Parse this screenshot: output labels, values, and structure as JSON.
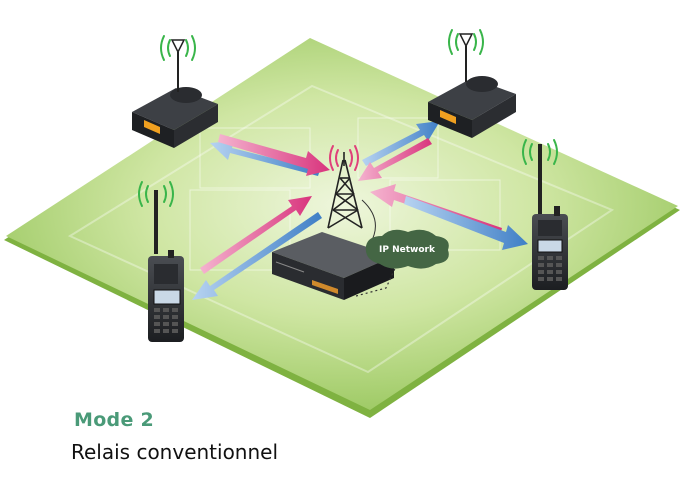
{
  "caption": {
    "mode_label": "Mode 2",
    "subtitle": "Relais conventionnel"
  },
  "network_badge": {
    "label": "IP Network"
  },
  "devices": [
    {
      "name": "mobile-radio-top-left",
      "icon": "mobile-radio-icon"
    },
    {
      "name": "mobile-radio-top-right",
      "icon": "mobile-radio-icon"
    },
    {
      "name": "handheld-radio-left",
      "icon": "handheld-radio-icon"
    },
    {
      "name": "handheld-radio-right",
      "icon": "handheld-radio-icon"
    },
    {
      "name": "repeater-unit",
      "icon": "repeater-icon"
    },
    {
      "name": "antenna-tower",
      "icon": "tower-icon"
    }
  ],
  "colors": {
    "ground": "#a6cf6a",
    "ground_edge": "#7fb241",
    "uplink_arrow": "#e0508e",
    "downlink_arrow": "#4f8fd0",
    "signal_waves_device": "#39b54a",
    "signal_waves_tower": "#e0407a",
    "caption_accent": "#4a9a78"
  }
}
